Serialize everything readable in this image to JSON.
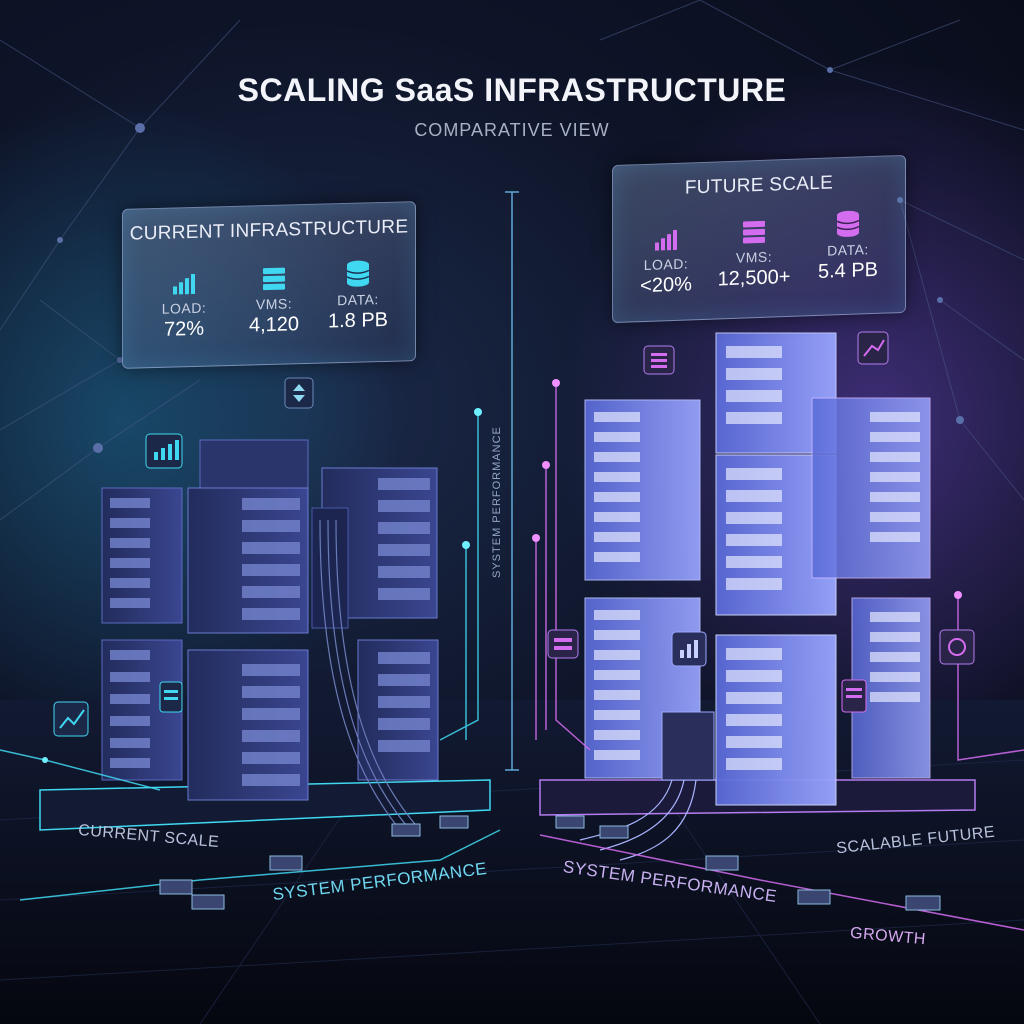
{
  "header": {
    "title": "SCALING SaaS INFRASTRUCTURE",
    "subtitle": "COMPARATIVE VIEW"
  },
  "current_panel": {
    "title": "CURRENT INFRASTRUCTURE",
    "metrics": [
      {
        "icon": "bar-chart-icon",
        "label": "LOAD:",
        "value": "72%"
      },
      {
        "icon": "server-icon",
        "label": "VMS:",
        "value": "4,120"
      },
      {
        "icon": "database-icon",
        "label": "DATA:",
        "value": "1.8 PB"
      }
    ]
  },
  "future_panel": {
    "title": "FUTURE SCALE",
    "metrics": [
      {
        "icon": "bar-chart-icon",
        "label": "LOAD:",
        "value": "<20%"
      },
      {
        "icon": "server-icon",
        "label": "VMS:",
        "value": "12,500+"
      },
      {
        "icon": "database-icon",
        "label": "DATA:",
        "value": "5.4 PB"
      }
    ]
  },
  "labels": {
    "current_scale": "CURRENT SCALE",
    "scalable_future": "SCALABLE FUTURE",
    "system_performance_left": "SYSTEM PERFORMANCE",
    "system_performance_right": "SYSTEM PERFORMANCE",
    "system_performance_vertical": "SYSTEM PERFORMANCE",
    "growth": "GROWTH"
  },
  "colors": {
    "current_accent": "#3fd8f0",
    "future_accent": "#d46cf0",
    "current_rack": "#2f3a78",
    "future_rack": "#6c7ce8"
  }
}
